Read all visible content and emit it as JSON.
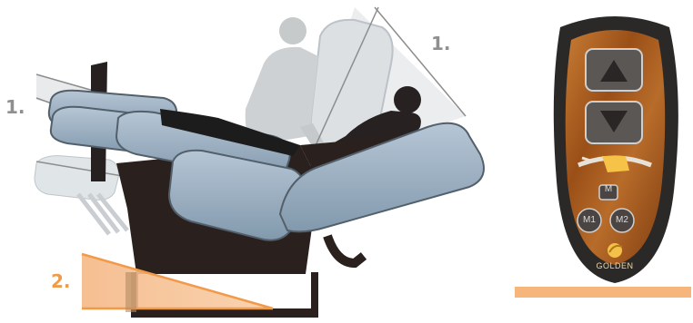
{
  "labels": {
    "recline_left": "1.",
    "recline_right": "1.",
    "lift": "2."
  },
  "remote": {
    "up_icon": "triangle-up-icon",
    "down_icon": "triangle-down-icon",
    "chair_icon": "chair-position-icon",
    "memory": "M",
    "memory_1": "M1",
    "memory_2": "M2",
    "brand": "GOLDEN"
  },
  "colors": {
    "upholstery": "#98acc0",
    "frame": "#2a211e",
    "ghost": "#d3d7db",
    "lift_accent": "#f4b27a",
    "wood": "#a55a1e"
  }
}
